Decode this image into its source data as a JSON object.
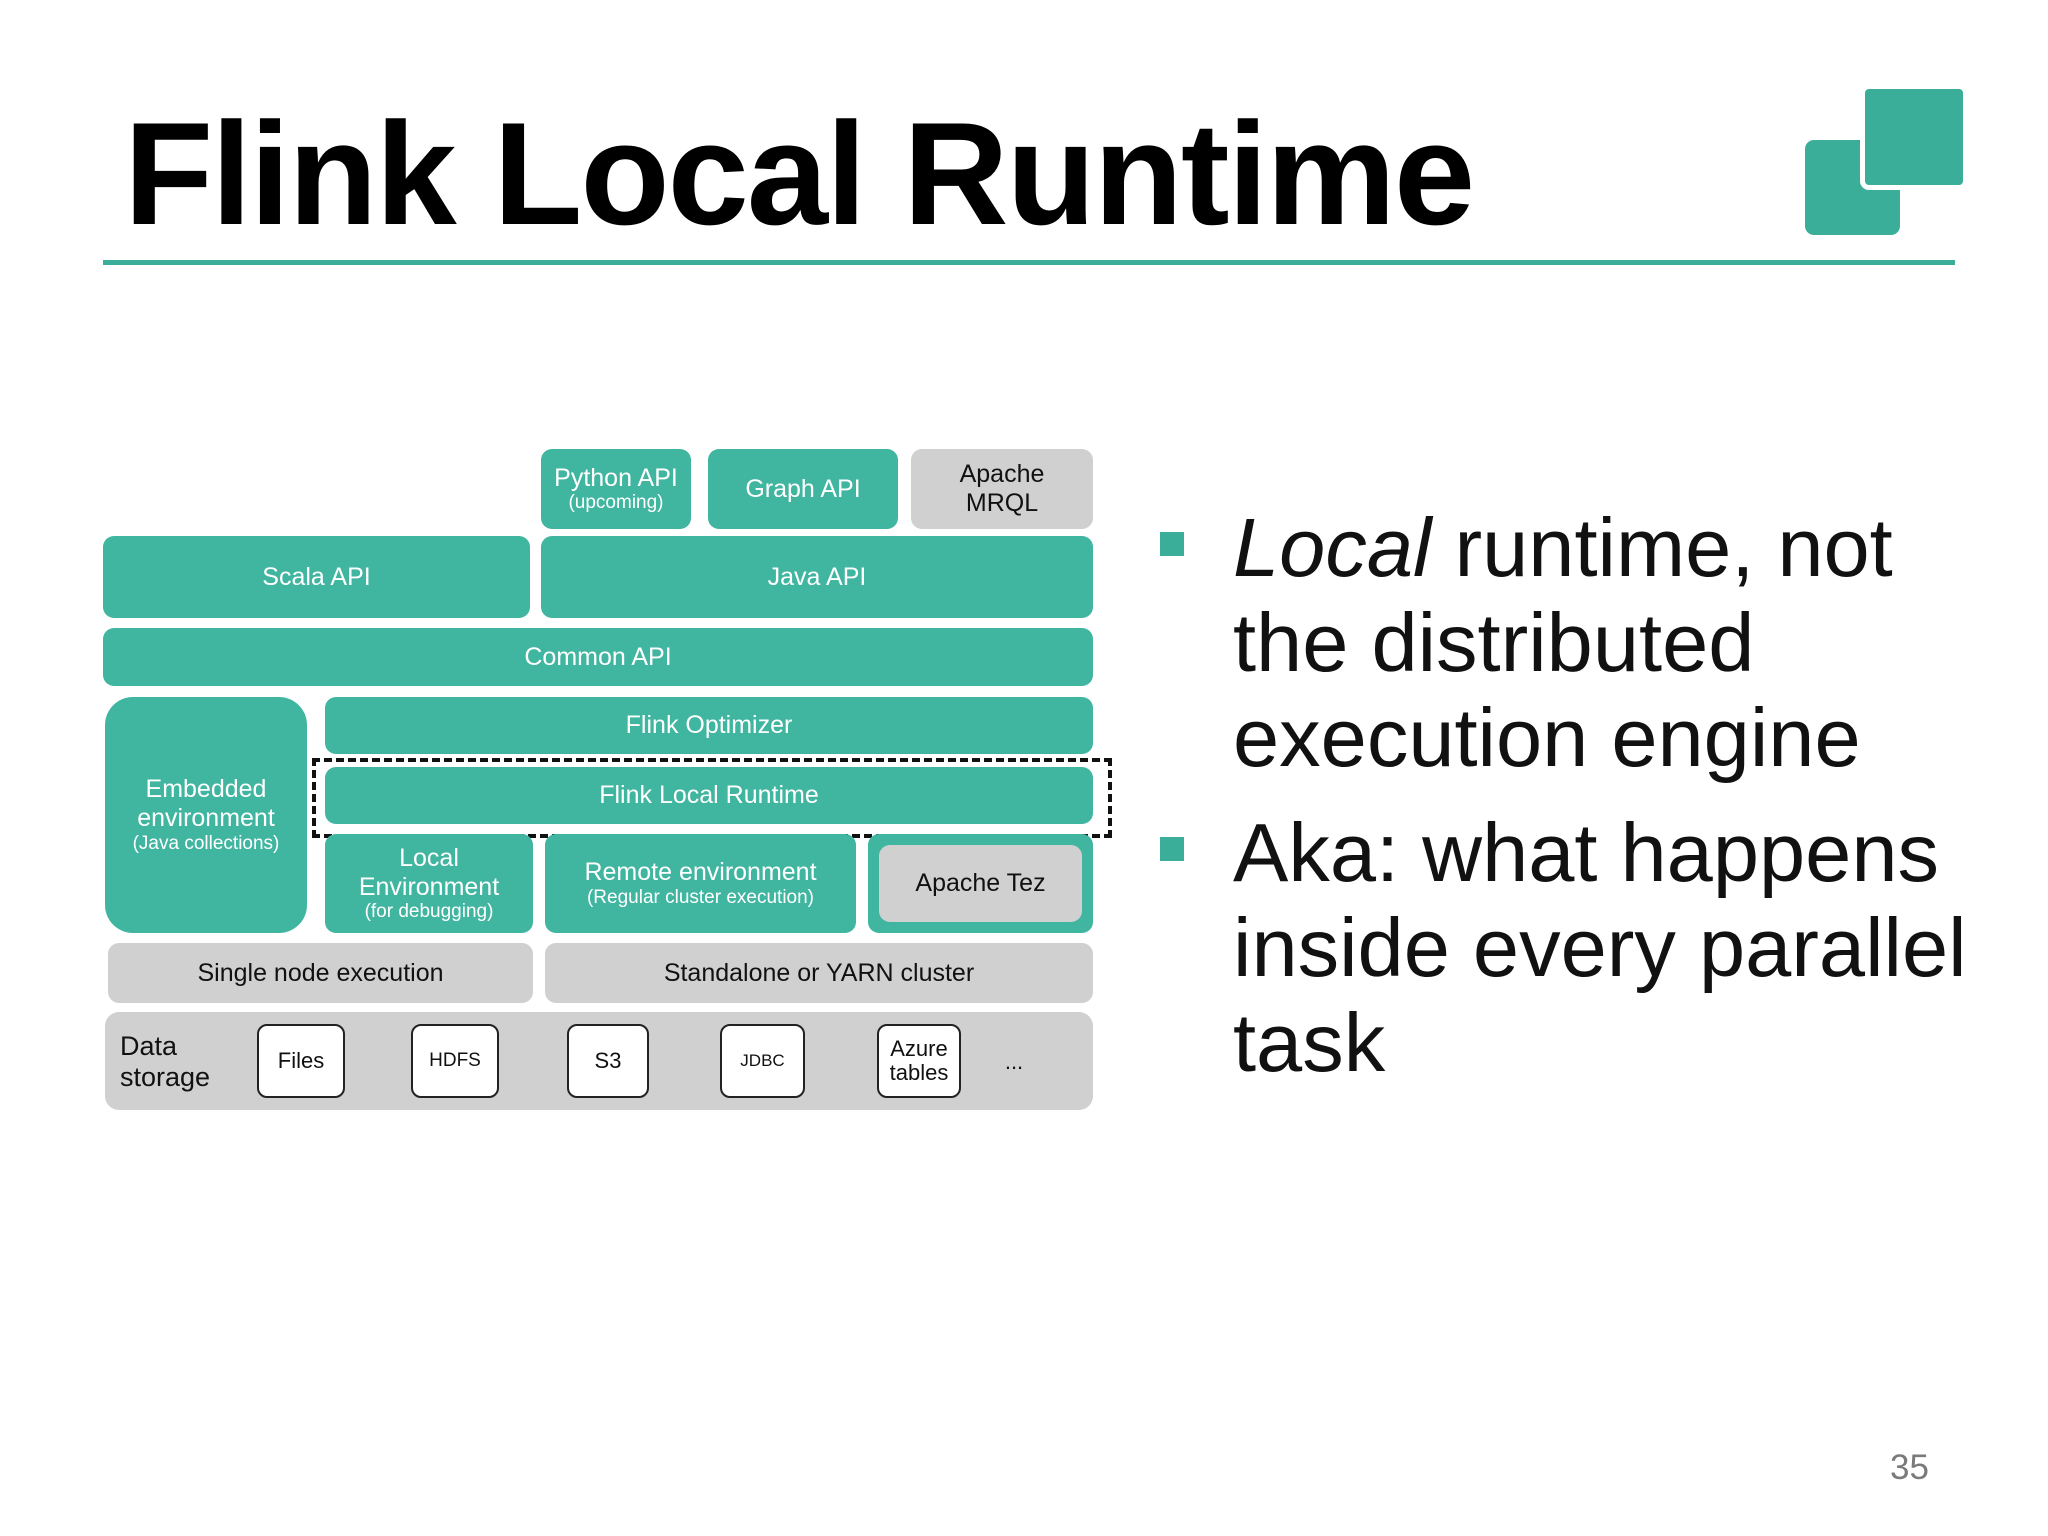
{
  "colors": {
    "accent": "#3aae98",
    "box_teal": "#40b5a0",
    "box_gray": "#d0d0d1"
  },
  "title": "Flink Local Runtime",
  "diagram": {
    "python_api": {
      "label": "Python API",
      "sub": "(upcoming)"
    },
    "graph_api": "Graph API",
    "apache_mrql": {
      "line1": "Apache",
      "line2": "MRQL"
    },
    "scala_api": "Scala API",
    "java_api": "Java API",
    "common_api": "Common API",
    "embedded": {
      "line1": "Embedded",
      "line2": "environment",
      "sub": "(Java collections)"
    },
    "flink_optimizer": "Flink Optimizer",
    "flink_local_runtime": "Flink Local Runtime",
    "local_env": {
      "line1": "Local",
      "line2": "Environment",
      "sub": "(for debugging)"
    },
    "remote_env": {
      "label": "Remote environment",
      "sub": "(Regular cluster execution)"
    },
    "apache_tez": "Apache Tez",
    "single_node": "Single node execution",
    "standalone": "Standalone or YARN cluster",
    "data_storage": {
      "line1": "Data",
      "line2": "storage"
    },
    "storage_items": [
      "Files",
      "HDFS",
      "S3",
      "JDBC",
      "Azure tables",
      "..."
    ]
  },
  "bullets": [
    {
      "italic": "Local",
      "rest": " runtime, not the distributed execution engine"
    },
    {
      "italic": "",
      "rest": "Aka: what happens inside every parallel task"
    }
  ],
  "page_number": "35"
}
